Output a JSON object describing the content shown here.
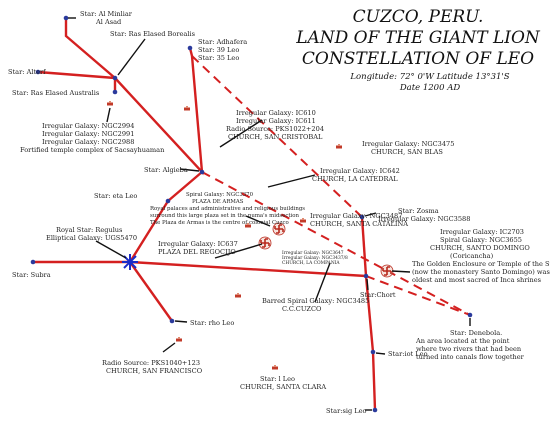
{
  "title": {
    "line1": "CUZCO, PERU.",
    "line2": "LAND OF THE GIANT LION",
    "line3": "CONSTELLATION OF LEO",
    "coords": "Longitude: 72° 0'W Latitude 13°31'S",
    "date": "Date 1200 AD"
  },
  "labels": {
    "al_minliar": [
      "Star: Al Minliar",
      "Al Asad"
    ],
    "ras_elased_borealis": [
      "Star: Ras Elased Borealis"
    ],
    "alterf": [
      "Star: Alterf"
    ],
    "ras_elased_australis": [
      "Star: Ras Elased Australis"
    ],
    "adhafera": [
      "Star: Adhafera",
      "Star: 39 Leo",
      "Star: 35 Leo"
    ],
    "ic610": [
      "Irregular Galaxy: IC610",
      "Irregular Galaxy: IC611",
      "Radio Source: PKS1022+204",
      "CHURCH, SAN CRISTOBAL"
    ],
    "ngc2994": [
      "Irregular Galaxy: NGC2994",
      "Irregular Galaxy: NGC2991",
      "Irregular Galaxy: NGC2988",
      "Fortified temple complex of Sacsayhuaman"
    ],
    "ngc3475": [
      "Irregular Galaxy: NGC3475",
      "CHURCH, SAN BLAS"
    ],
    "algieba": [
      "Star: Algieba"
    ],
    "ic642": [
      "Irregular Galaxy: IC642",
      "CHURCH, LA CATEDRAL"
    ],
    "eta_leo": [
      "Star: eta Leo"
    ],
    "ngc3370": [
      "Spiral Galaxy: NGC3370",
      "PLAZA DE ARMAS",
      "Royal palaces and administrative and religious buildings",
      "surround this large plaza set in the puma's midsection",
      "The Plaza de Armas is the centre of colonial Cuzco"
    ],
    "zosma": [
      "Star: Zosma",
      "Irregular Galaxy: NGC3588"
    ],
    "ngc3487": [
      "Irregular Galaxy: NGC3487",
      "CHURCH, SANTA CATALINA"
    ],
    "regulus": [
      "Royal Star: Regulus",
      "Elliptical Galaxy: UGS5470"
    ],
    "ic637": [
      "Irregular Galaxy: IC637",
      "PLAZA DEL REGOCIJO"
    ],
    "ngc3647": [
      "Irregular Galaxy: NGC3647",
      "Irregular Galaxy: NGC3437/8",
      "CHURCH, LA COMPANIA"
    ],
    "ic2703": [
      "Irregular Galaxy: IC2703",
      "Spiral Galaxy: NGC3655",
      "CHURCH, SANTO DOMINGO",
      "(Coricancha)",
      "The Golden Enclosure or Temple of the Sun",
      "(now the monastery Santo Domingo) was the",
      "oldest and most sacred of Inca shrines"
    ],
    "subra": [
      "Star: Subra"
    ],
    "chort": [
      "Star:Chort"
    ],
    "ngc3485": [
      "Barred Spiral Galaxy: NGC3485",
      "C.C.CUZCO"
    ],
    "rho_leo": [
      "Star: rho Leo"
    ],
    "denebola": [
      "Star: Denebola.",
      "An area located at the point",
      "where two rivers that had been",
      "turned into canals flow together"
    ],
    "iota_leo": [
      "Star:iot Leo"
    ],
    "pks1040": [
      "Radio Source: PKS1040+123",
      "CHURCH, SAN FRANCISCO"
    ],
    "l_leo": [
      "Star: l Leo",
      "CHURCH, SANTA CLARA"
    ],
    "sig_leo": [
      "Star:sig Leo"
    ]
  },
  "colors": {
    "constellation_line": "#d42020",
    "river_dash": "#d42020",
    "star_dot": "#2b3a9c",
    "regulus": "#1a2cc8",
    "text": "#222222"
  },
  "icons": {
    "sun_symbol": "swastika-sun-symbol-icon",
    "church_marker": "church-marker-icon",
    "regulus_star": "regulus-star-icon"
  }
}
